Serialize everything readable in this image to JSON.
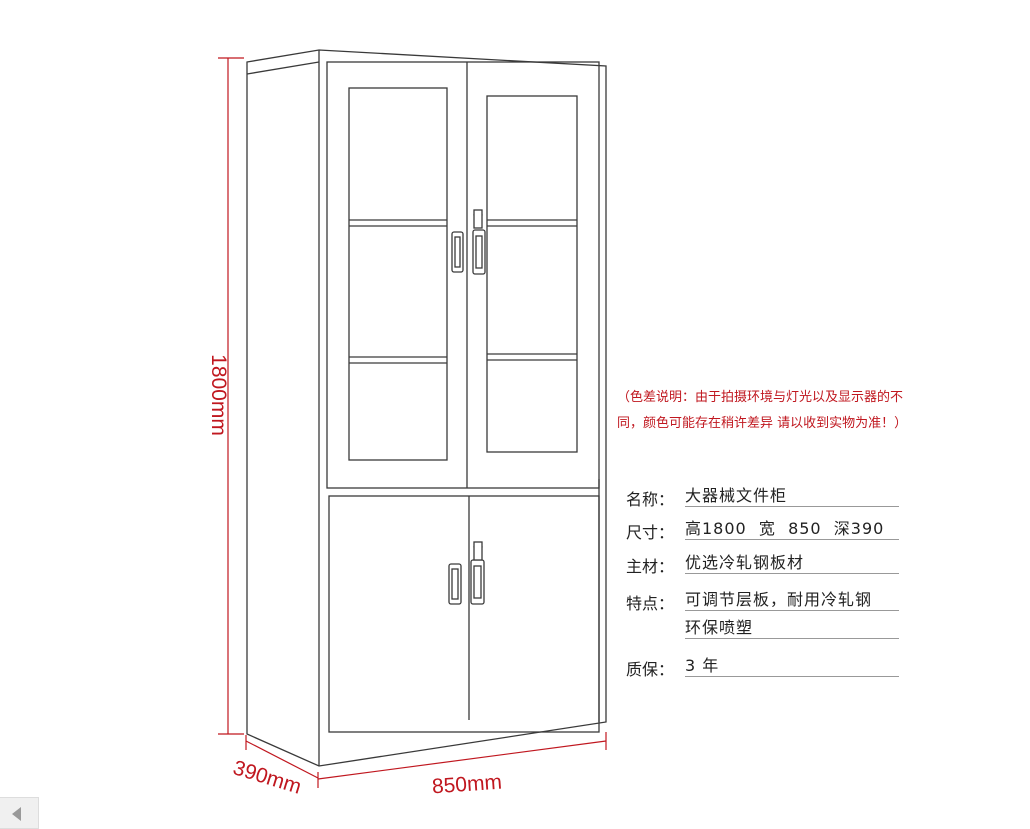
{
  "dimensions": {
    "height": "1800mm",
    "width": "850mm",
    "depth": "390mm"
  },
  "note": "（色差说明：由于拍摄环境与灯光以及显示器的不同，颜色可能存在稍许差异 请以收到实物为准！）",
  "specs": [
    {
      "label": "名称：",
      "value": "大器械文件柜"
    },
    {
      "label": "尺寸：",
      "value": "高1800  宽  850  深390"
    },
    {
      "label": "主材：",
      "value": "优选冷轧钢板材"
    },
    {
      "label": "特点：",
      "value": "可调节层板，耐用冷轧钢",
      "value2": "环保喷塑"
    },
    {
      "label": "质保：",
      "value": "3 年"
    }
  ],
  "colors": {
    "dimension": "#c0171f",
    "line": "#333333"
  },
  "icons": {
    "corner": "left-arrow-icon"
  }
}
